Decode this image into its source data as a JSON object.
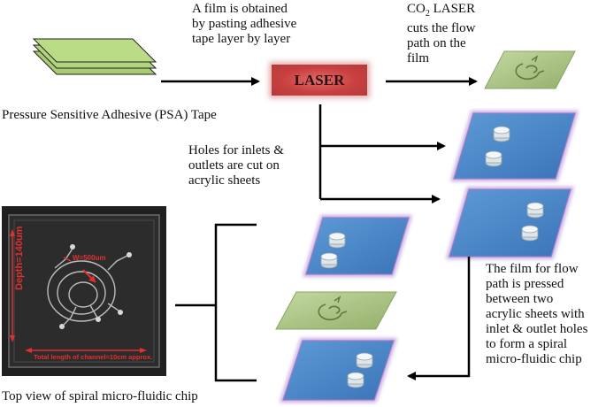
{
  "texts": {
    "film_obtained": "A film is obtained\nby pasting adhesive\ntape layer by layer",
    "co2_line1_prefix": "CO",
    "co2_line1_sub": "2",
    "co2_line1_suffix": " LASER",
    "co2_rest": "cuts the flow\npath on the\nfilm",
    "laser": "LASER",
    "psa_tape": "Pressure Sensitive Adhesive (PSA) Tape",
    "holes": "Holes for inlets &\noutlets are cut on\nacrylic sheets",
    "film_pressed": "The film for flow\npath is pressed\nbetween two\nacrylic sheets with\ninlet & outlet holes\nto form a spiral\nmicro-fluidic chip",
    "top_view": "Top view of spiral micro-fluidic chip"
  },
  "photo_labels": {
    "depth": "Depth=140um",
    "width": "W=500um",
    "length": "Total length of channel=10cm approx."
  },
  "colors": {
    "psa_green": "#b9dc82",
    "film_green": "#a9c682",
    "acrylic_blue": "#4a86c8",
    "acrylic_glow": "#b48ad8",
    "laser_red": "#c94040",
    "arrow": "#000000"
  }
}
